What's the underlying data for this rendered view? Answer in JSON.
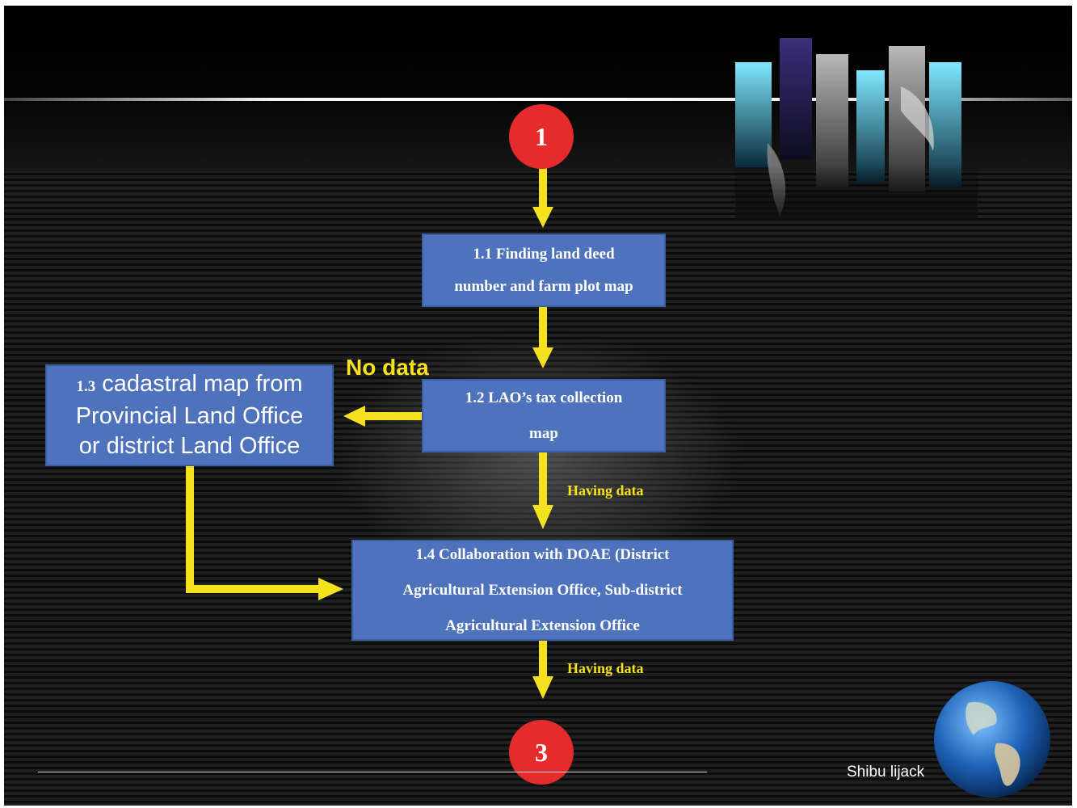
{
  "diagram": {
    "start_node": "1",
    "end_node": "3",
    "steps": {
      "step_1_1": [
        "1.1 Finding land deed",
        "number and farm plot map"
      ],
      "step_1_2": [
        "1.2 LAO’s tax collection",
        "map"
      ],
      "step_1_3": {
        "number": "1.3",
        "line1": "cadastral map from",
        "line2": "Provincial Land Office",
        "line3": "or district Land Office"
      },
      "step_1_4": [
        "1.4 Collaboration with DOAE (District",
        "Agricultural Extension Office, Sub-district",
        "Agricultural Extension Office"
      ]
    },
    "edge_labels": {
      "no_data": "No data",
      "having_data_1": "Having data",
      "having_data_2": "Having data"
    }
  },
  "footer": {
    "author": "Shibu lijack"
  },
  "colors": {
    "box_fill": "#4f72bd",
    "arrow": "#f5e11c",
    "circle": "#e52b2b",
    "label": "#f5e11c"
  },
  "icons": [
    "world-map-strip-image",
    "globe-image"
  ]
}
